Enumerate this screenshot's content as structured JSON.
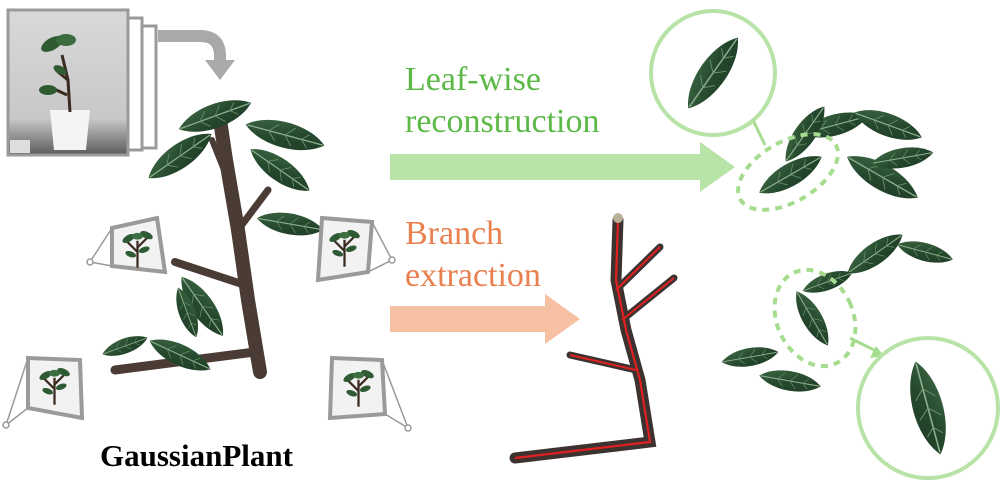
{
  "method_name": "GaussianPlant",
  "leaf_label": {
    "line1": "Leaf-wise",
    "line2": "reconstruction"
  },
  "branch_label": {
    "line1": "Branch",
    "line2": "extraction"
  },
  "colors": {
    "leaf_accent": "#5cb948",
    "leaf_arrow": "#b7e3a6",
    "branch_accent": "#e8804f",
    "branch_arrow": "#f6c0a3",
    "skeleton_line": "#e02020",
    "camera_gray": "#9a9a9a"
  }
}
